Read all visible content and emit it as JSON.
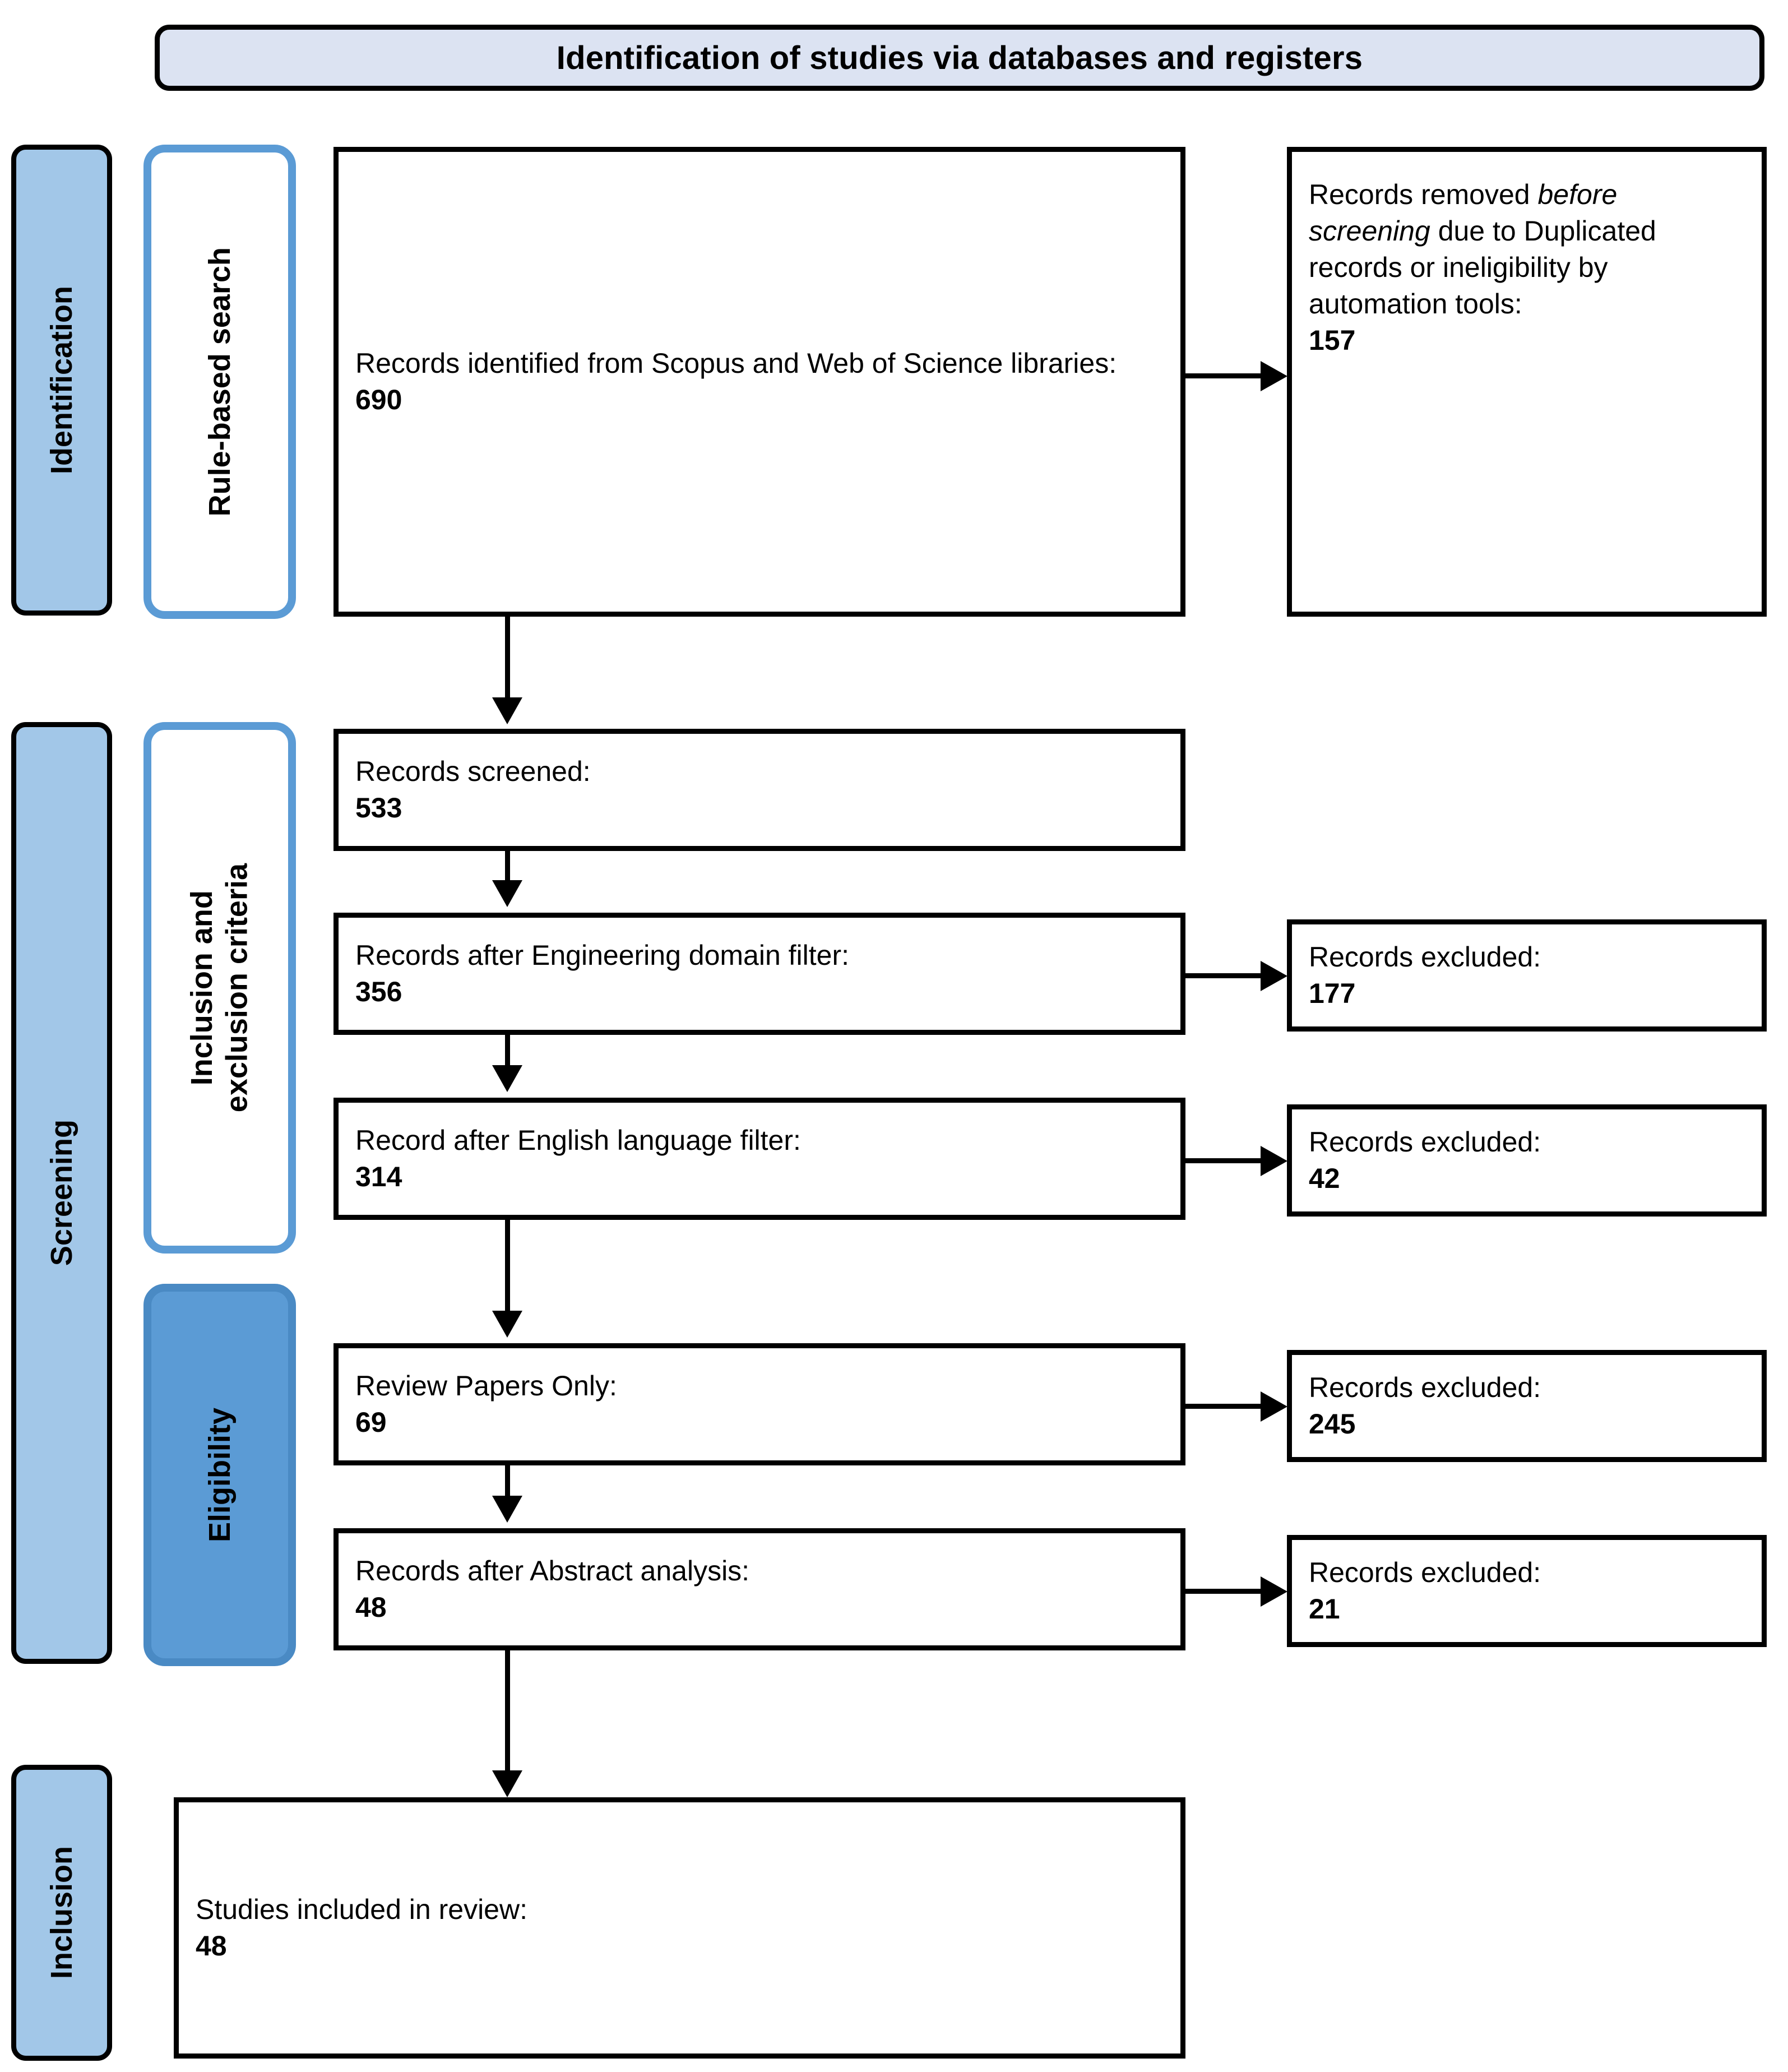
{
  "header": {
    "title": "Identification of studies via databases and registers",
    "fill_color": "#DCE3F2"
  },
  "colors": {
    "stage_fill": "#A2C7E8",
    "substage_outline": "#5B9BD5",
    "substage_fill": "#5B9BD5",
    "border": "#000000"
  },
  "stages": [
    {
      "label": "Identification"
    },
    {
      "label": "Screening"
    },
    {
      "label": "Inclusion"
    }
  ],
  "substages": [
    {
      "label": "Rule-based search",
      "style": "outline"
    },
    {
      "label_line1": "Inclusion and",
      "label_line2": "exclusion criteria",
      "style": "outline"
    },
    {
      "label": "Eligibility",
      "style": "filled"
    }
  ],
  "flow": {
    "identified": {
      "text": "Records identified from Scopus and Web of Science libraries:",
      "count": "690"
    },
    "removed_before_screening": {
      "text_before": "Records removed ",
      "text_italic": "before screening",
      "text_after": " due to Duplicated records or ineligibility by automation tools:",
      "count": "157"
    },
    "screened": {
      "text": "Records screened:",
      "count": "533"
    },
    "engineering_filter": {
      "text": "Records after Engineering domain filter:",
      "count": "356"
    },
    "english_filter": {
      "text": "Record after English language filter:",
      "count": "314"
    },
    "review_papers": {
      "text": "Review Papers Only:",
      "count": "69"
    },
    "abstract_analysis": {
      "text": "Records after Abstract analysis:",
      "count": "48"
    },
    "included": {
      "text": "Studies included in review:",
      "count": "48"
    }
  },
  "exclusions": [
    {
      "text": "Records excluded:",
      "count": "177"
    },
    {
      "text": "Records excluded:",
      "count": "42"
    },
    {
      "text": "Records excluded:",
      "count": "245"
    },
    {
      "text": "Records excluded:",
      "count": "21"
    }
  ]
}
